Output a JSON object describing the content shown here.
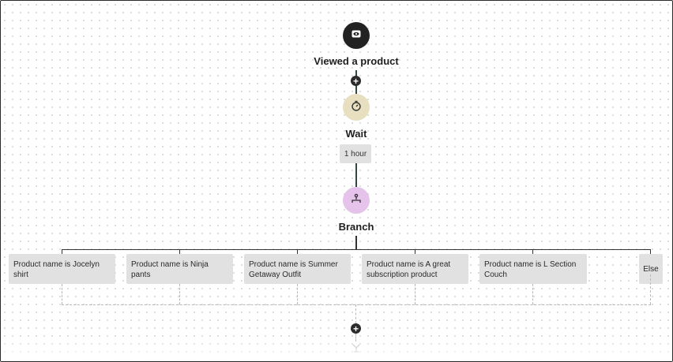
{
  "flow": {
    "trigger": {
      "title": "Viewed a product",
      "icon": "eye-icon"
    },
    "wait": {
      "title": "Wait",
      "duration": "1 hour",
      "icon": "timer-icon"
    },
    "branch": {
      "title": "Branch",
      "icon": "branch-icon"
    },
    "conditions": [
      "Product name is Jocelyn shirt",
      "Product name is Ninja pants",
      "Product name is Summer Getaway Outfit",
      "Product name is A great subscription product",
      "Product name is L Section Couch",
      "Else"
    ],
    "add_step_icon": "plus-icon",
    "merge_icon": "merge-icon"
  },
  "colors": {
    "trigger_bg": "#222222",
    "wait_bg": "#e8dfc0",
    "branch_bg": "#e5c3ea",
    "connector": "#2f4a42",
    "chip_bg": "#e1e1e1"
  }
}
